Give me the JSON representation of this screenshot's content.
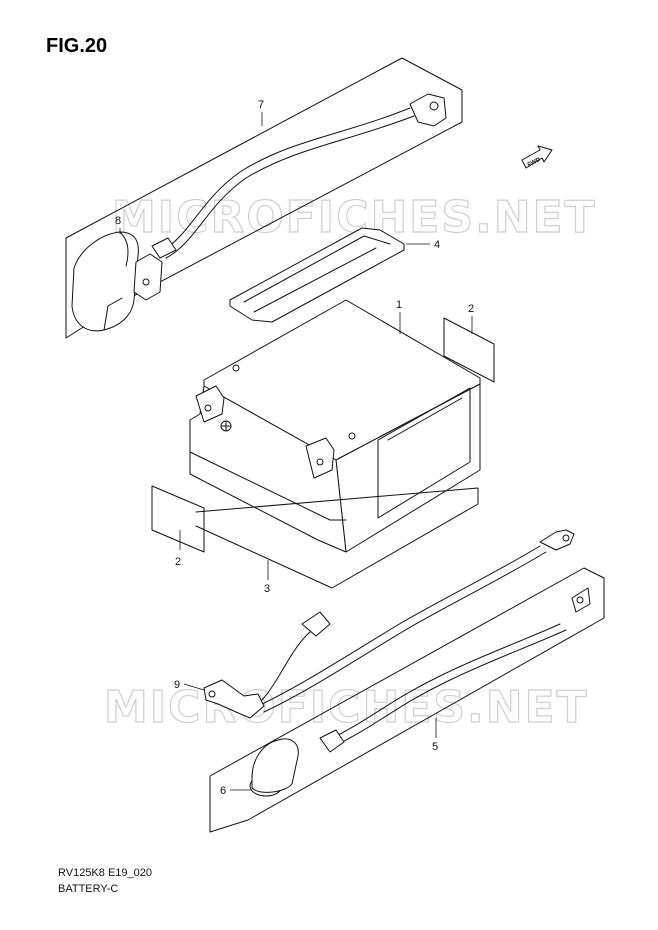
{
  "figure": {
    "title": "FIG.20",
    "code": "RV125K8 E19_020",
    "name": "BATTERY-C"
  },
  "watermark": "MICROFICHES.NET",
  "direction_badge": "FWD",
  "callouts": {
    "battery": "1",
    "pad_right": "2",
    "pad_left": "2",
    "tray_plate": "3",
    "band": "4",
    "negative_lead": "5",
    "terminal_cover": "6",
    "positive_lead": "7",
    "starter_cap": "8",
    "wire_clamp": "9"
  }
}
